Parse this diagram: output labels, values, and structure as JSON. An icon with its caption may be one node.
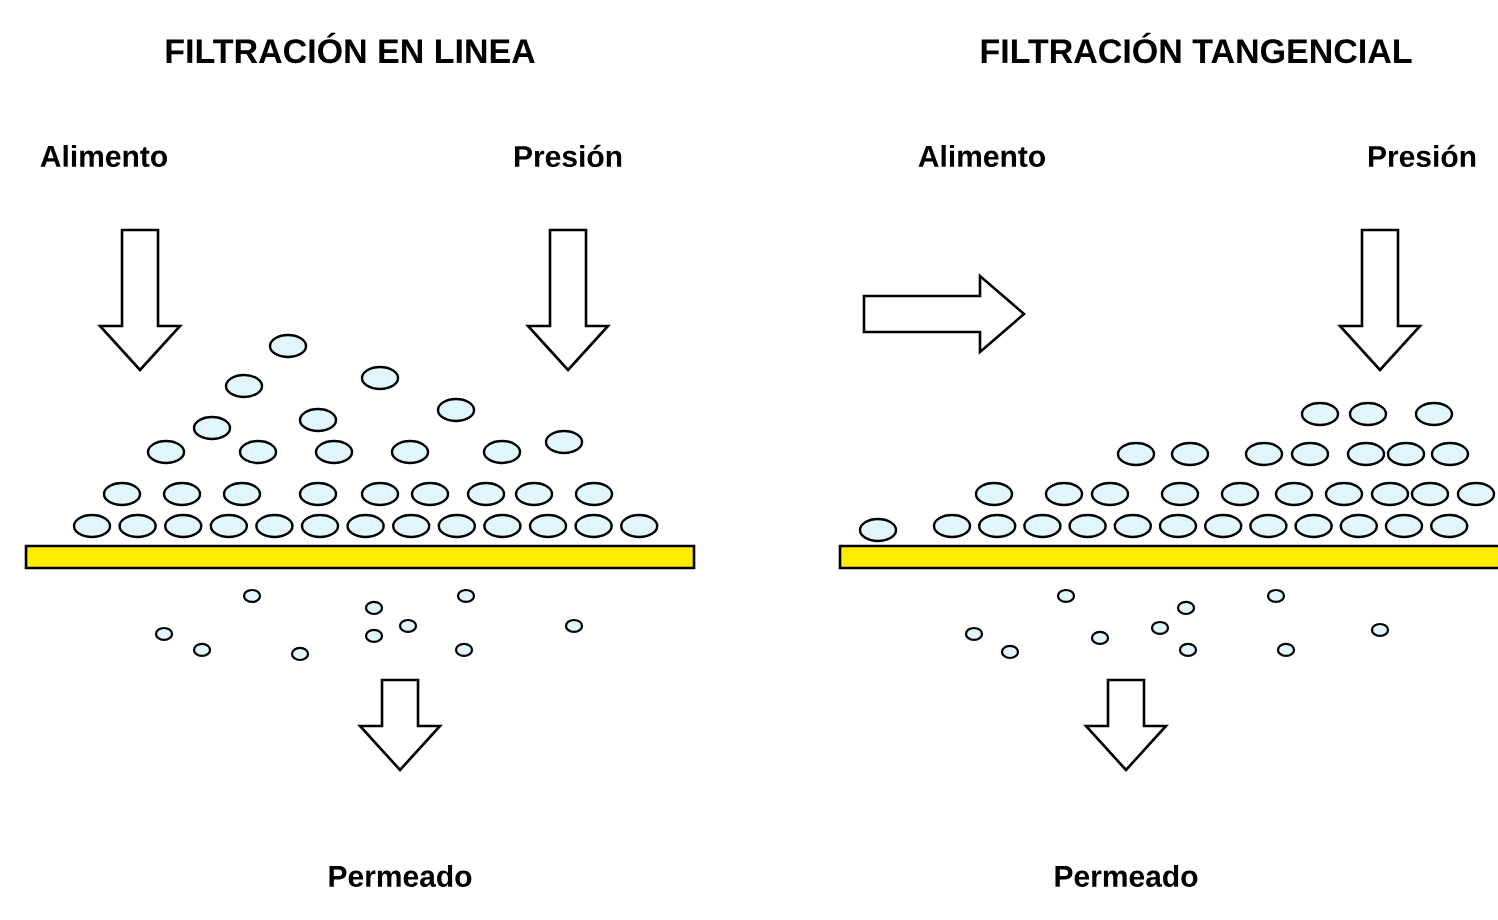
{
  "diagram": {
    "labels": [
      "FILTRACIÓN EN LINEA",
      "FILTRACIÓN TANGENCIAL",
      "Alimento",
      "Presión",
      "Alimento",
      "Presión",
      "Permeado",
      "Permeado"
    ]
  }
}
